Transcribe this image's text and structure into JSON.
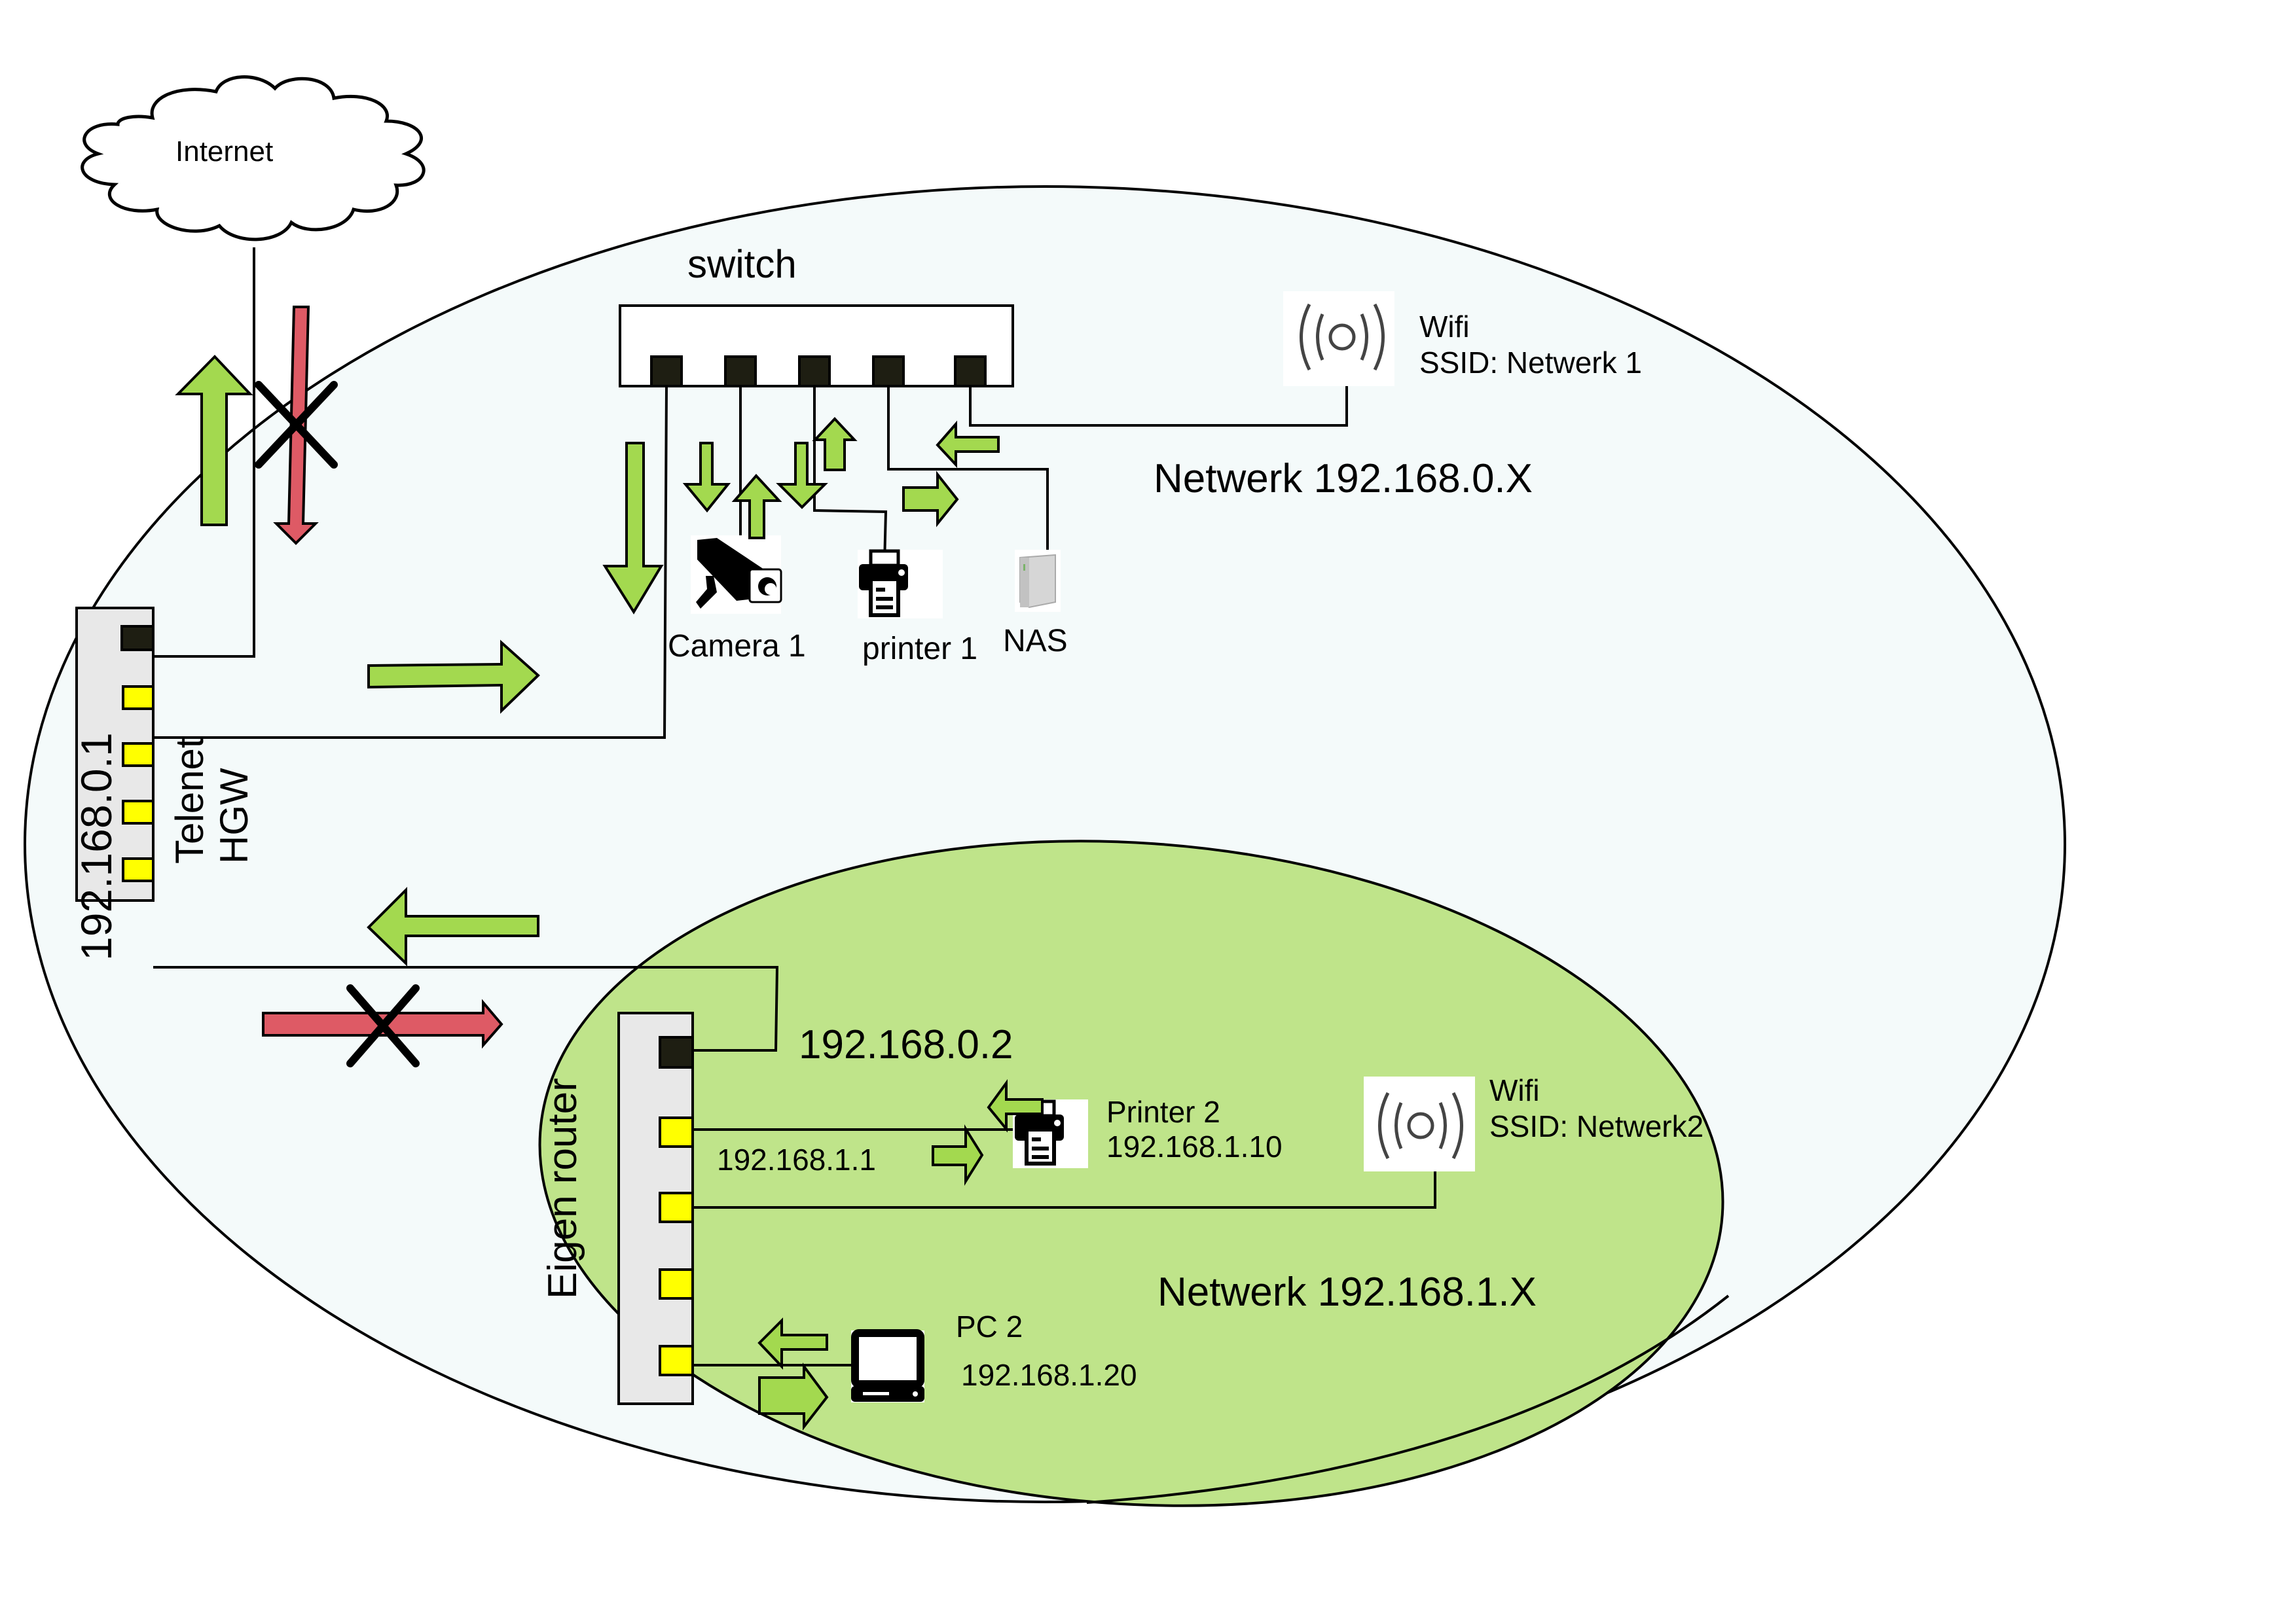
{
  "colors": {
    "background": "#ffffff",
    "outer_network_fill": "#f4fafa",
    "inner_network_fill": "#bfe48a",
    "router_body": "#e8e8e8",
    "port_wan": "#1e1e12",
    "port_lan": "#ffff00",
    "arrow_allowed": "#a3d94f",
    "arrow_blocked": "#de5a65",
    "stroke": "#000000"
  },
  "internet": {
    "label": "Internet"
  },
  "networks": {
    "outer": {
      "label": "Netwerk 192.168.0.X"
    },
    "inner": {
      "label": "Netwerk 192.168.1.X"
    }
  },
  "switch": {
    "label": "switch",
    "port_count": 5
  },
  "hgw": {
    "ip": "192.168.0.1",
    "name_line1": "Telenet",
    "name_line2": "HGW",
    "ports": [
      "wan",
      "lan",
      "lan",
      "lan",
      "lan"
    ]
  },
  "eigen_router": {
    "name": "Eigen router",
    "wan_ip": "192.168.0.2",
    "lan_ip": "192.168.1.1",
    "ports": [
      "wan",
      "lan",
      "lan",
      "lan",
      "lan"
    ]
  },
  "devices": {
    "camera1": {
      "label": "Camera 1",
      "icon": "cctv-camera-icon"
    },
    "printer1": {
      "label": "printer 1",
      "icon": "printer-icon"
    },
    "nas": {
      "label": "NAS",
      "icon": "nas-icon"
    },
    "wifi1": {
      "line1": "Wifi",
      "line2": "SSID: Netwerk 1",
      "icon": "wifi-broadcast-icon"
    },
    "printer2": {
      "line1": "Printer 2",
      "line2": "192.168.1.10",
      "icon": "printer-icon"
    },
    "wifi2": {
      "line1": "Wifi",
      "line2": "SSID: Netwerk2",
      "icon": "wifi-broadcast-icon"
    },
    "pc2": {
      "line1": "PC 2",
      "line2": "192.168.1.20",
      "icon": "computer-icon"
    }
  },
  "traffic": {
    "hgw_to_internet": "allowed",
    "internet_to_hgw": "blocked",
    "hgw_to_switch": "allowed",
    "eigen_router_to_hgw": "allowed",
    "hgw_to_eigen_router": "blocked"
  }
}
